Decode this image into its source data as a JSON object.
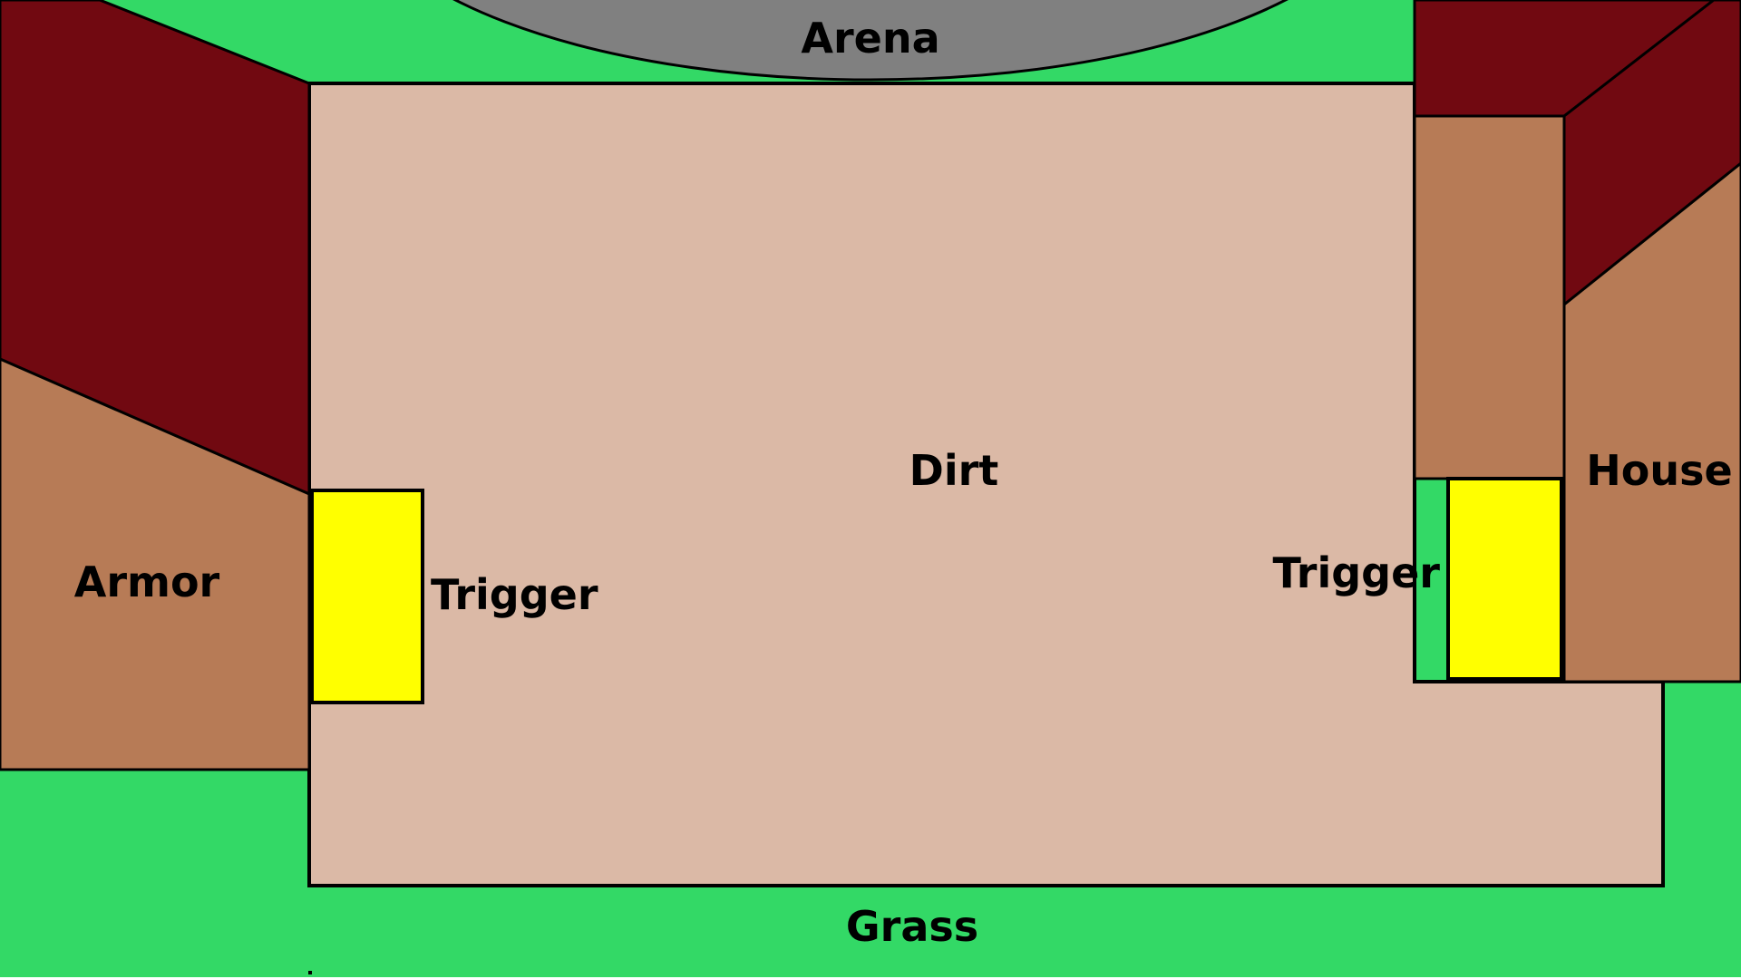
{
  "labels": {
    "arena": "Arena",
    "dirt": "Dirt",
    "armor": "Armor",
    "house": "House",
    "trigger_left": "Trigger",
    "trigger_right": "Trigger",
    "grass": "Grass"
  },
  "colors": {
    "grass": "#33d966",
    "arena": "#808080",
    "dirt": "#dbb9a6",
    "roof": "#710911",
    "wall": "#b77b56",
    "trigger": "#ffff00",
    "outline": "#000000"
  }
}
